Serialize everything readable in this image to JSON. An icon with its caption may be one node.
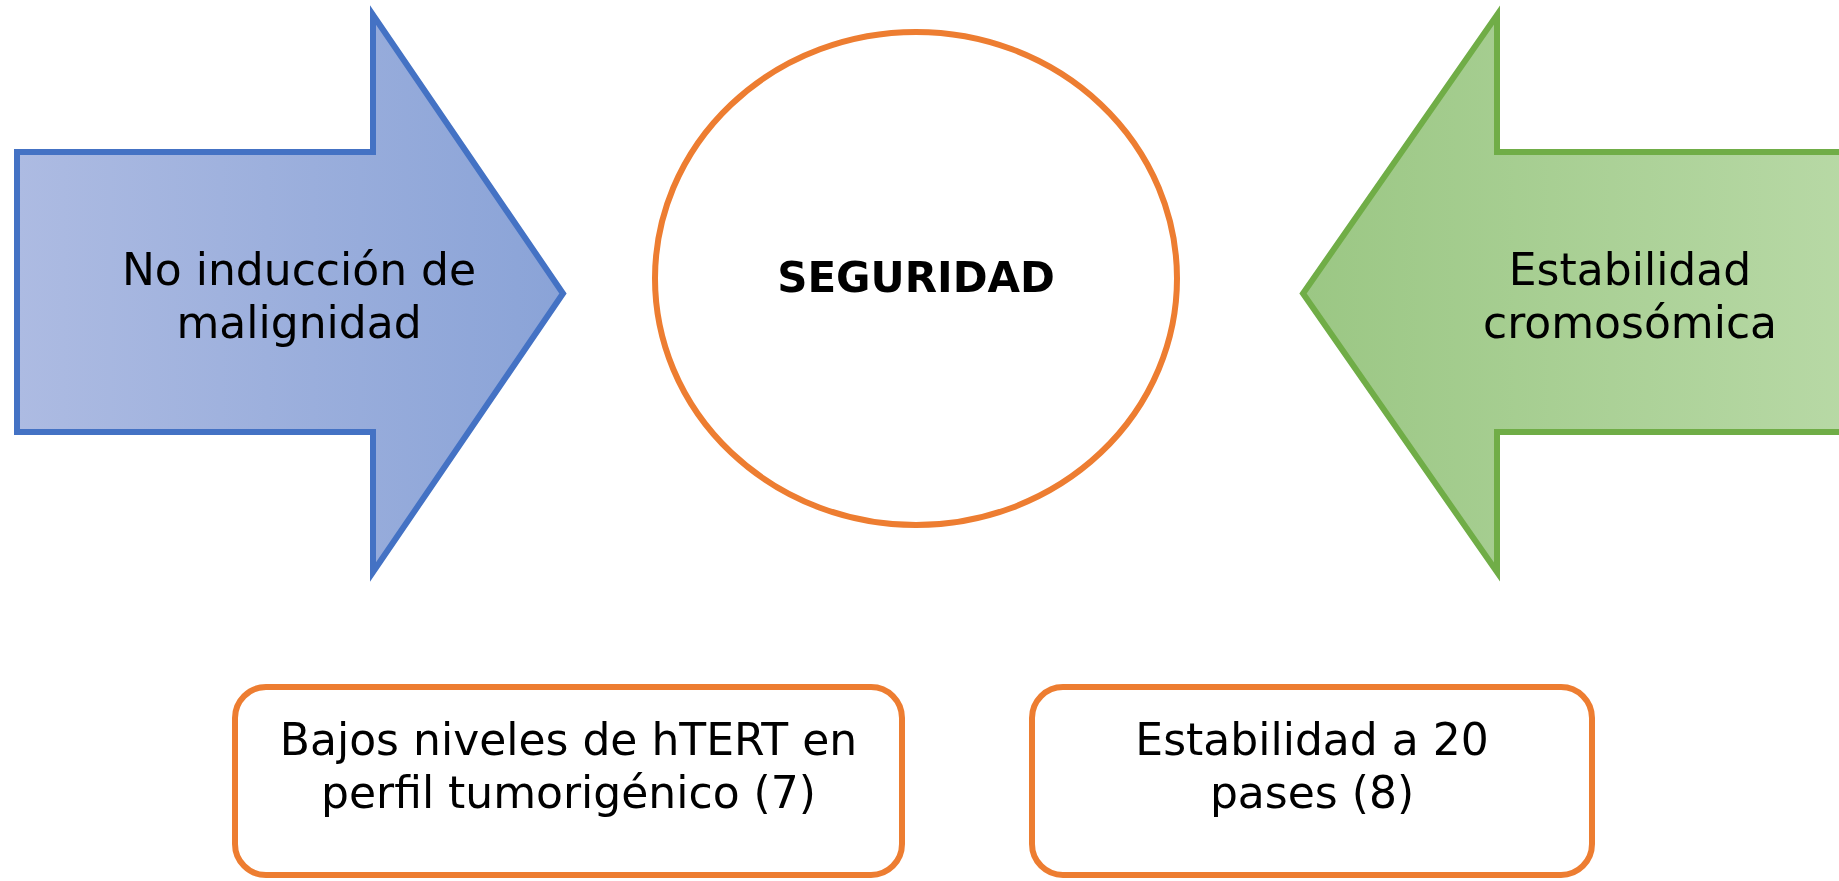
{
  "diagram": {
    "nodes": [
      {
        "text": [
          "No inducción de malignidad"
        ]
      },
      {
        "text": [
          "SEGURIDAD"
        ]
      },
      {
        "text": [
          "Estabilidad cromosómica"
        ]
      },
      {
        "text": [
          "Bajos niveles de hTERT en perfil tumorigénico (7)"
        ]
      },
      {
        "text": [
          "Estabilidad a 20 pases (8)"
        ]
      }
    ]
  }
}
